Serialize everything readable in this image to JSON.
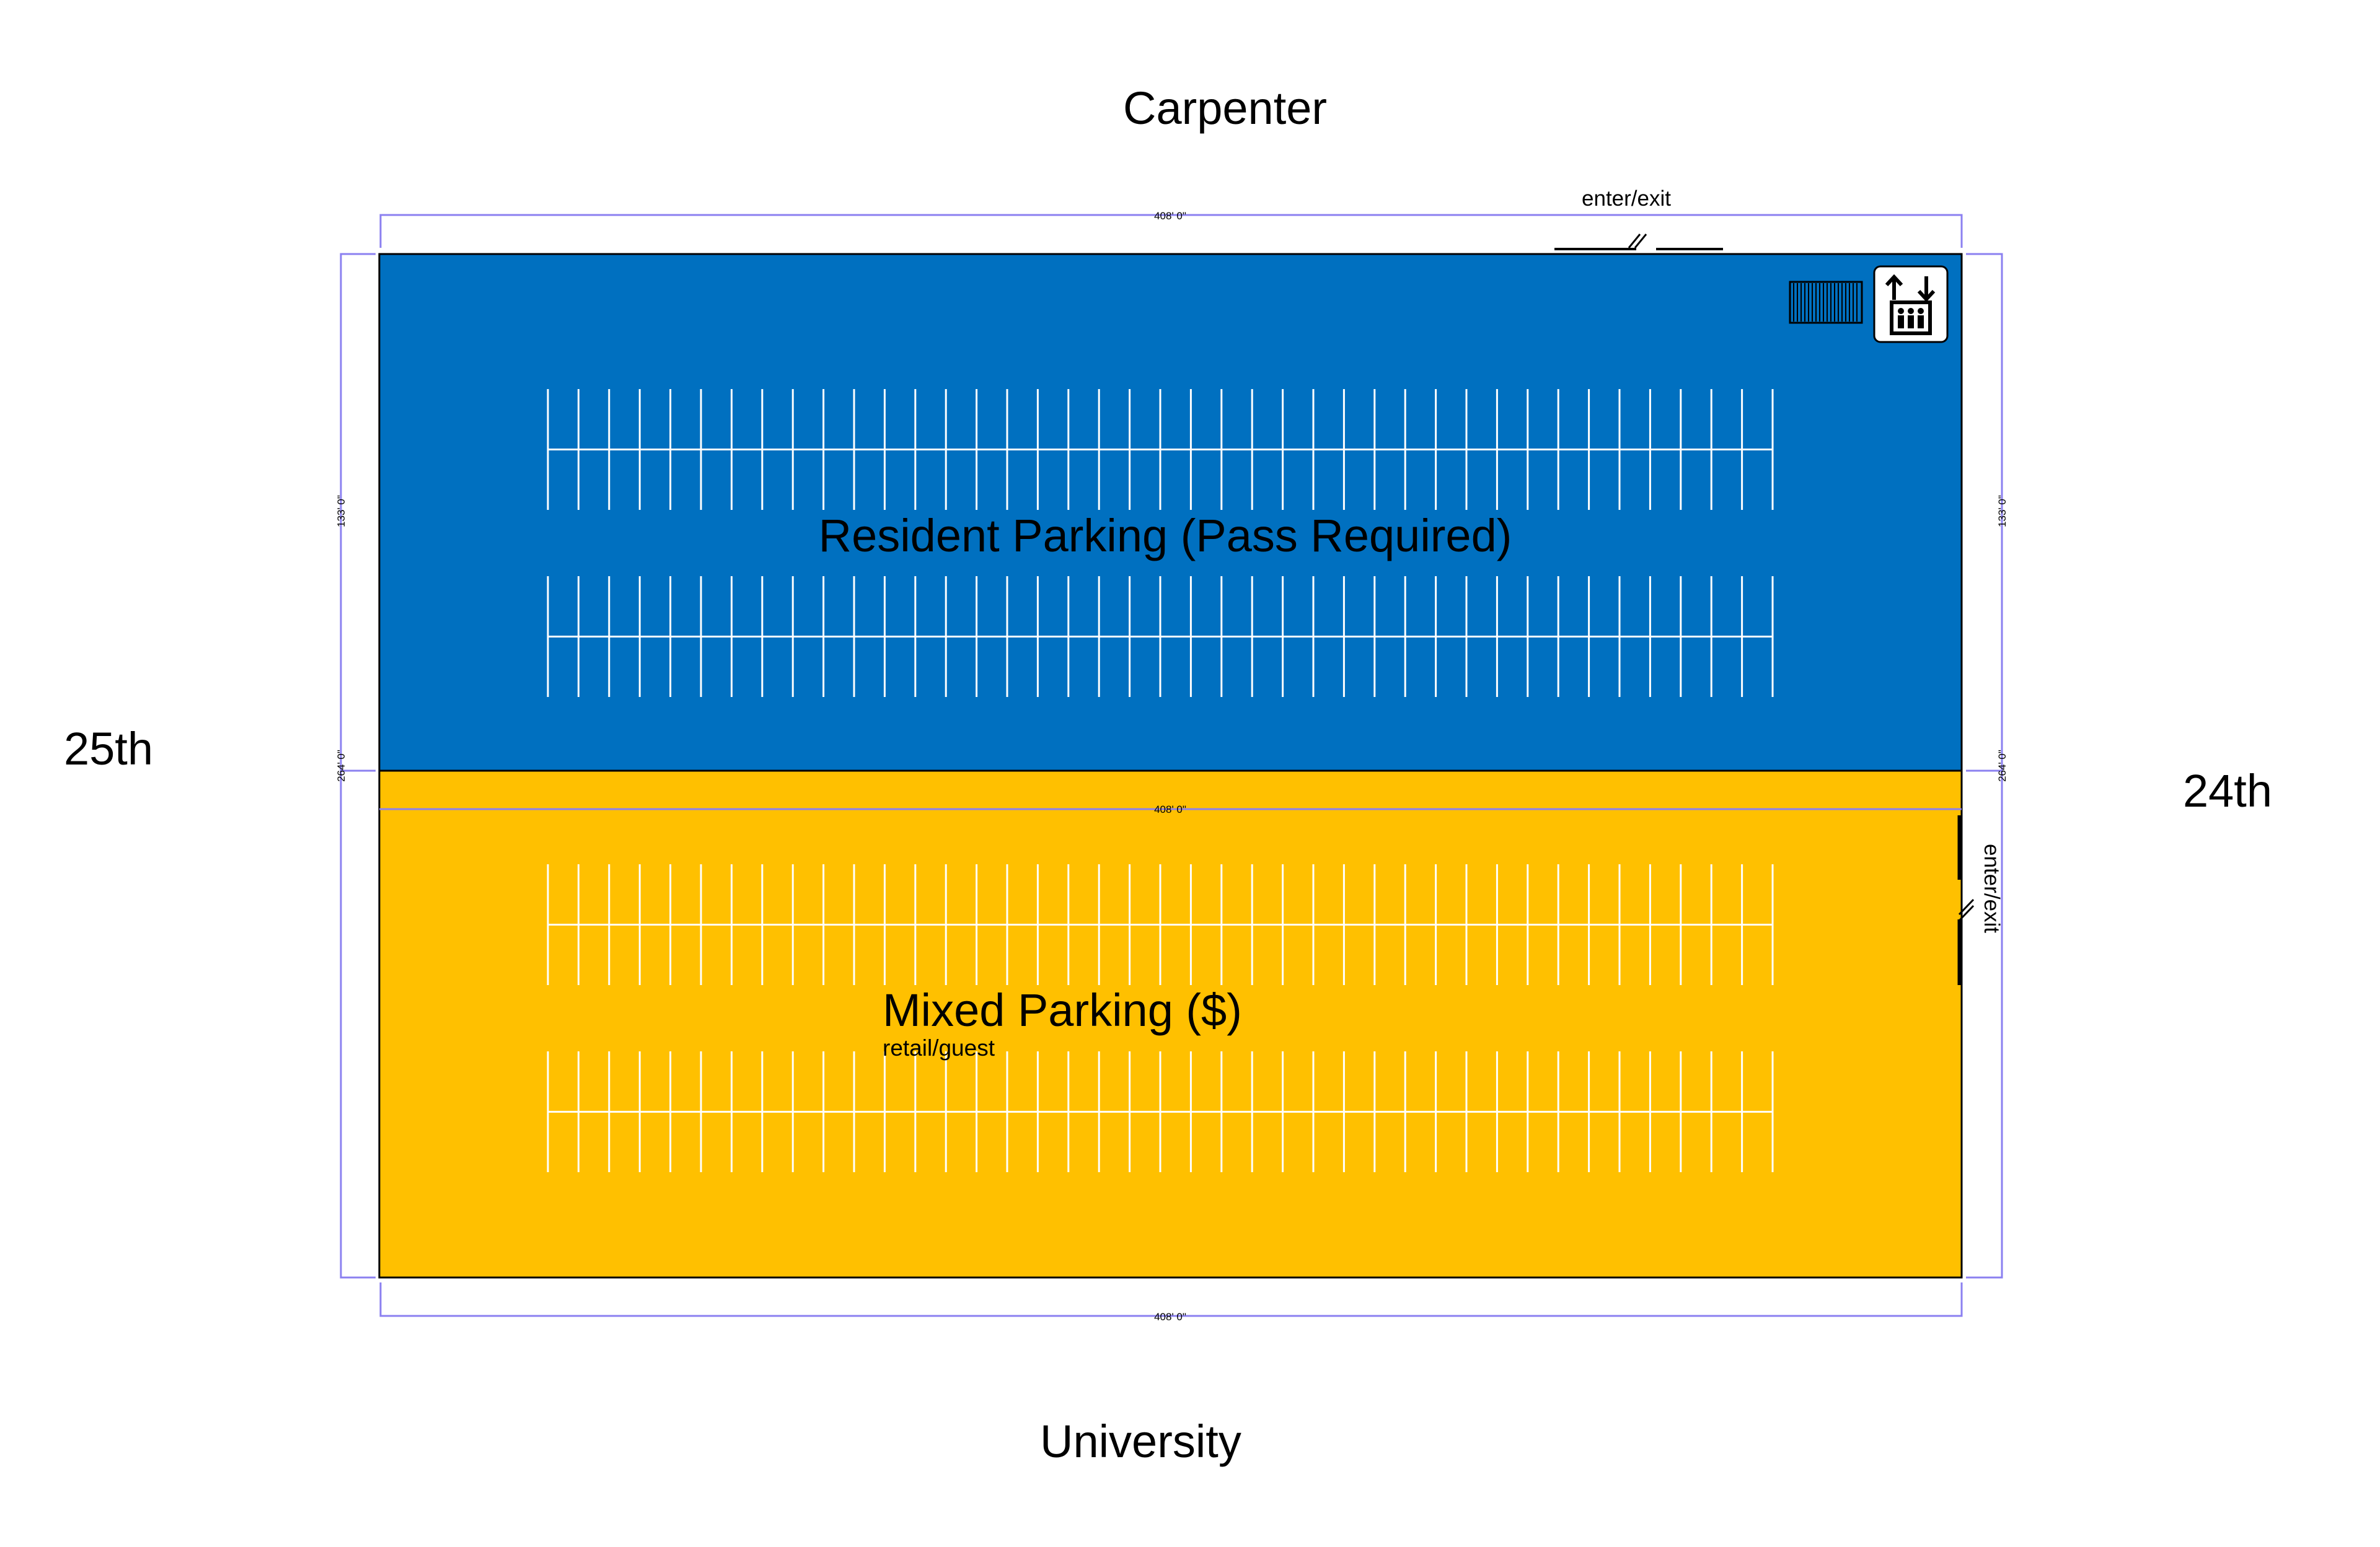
{
  "streets": {
    "top": "Carpenter",
    "bottom": "University",
    "left": "25th",
    "right": "24th"
  },
  "dimensions": {
    "width": "408' 0\"",
    "zone_height": "133' 0\"",
    "total_height": "264' 0\""
  },
  "zones": {
    "resident": {
      "label": "Resident Parking (Pass Required)",
      "color": "#0070C0"
    },
    "mixed": {
      "label": "Mixed Parking ($)",
      "sublabel": "retail/guest",
      "color": "#FFC000"
    }
  },
  "entrances": {
    "top_label": "enter/exit",
    "right_label": "enter/exit"
  },
  "icons": {
    "elevator": "elevator-icon",
    "stairs": "stairs-icon"
  },
  "colors": {
    "dimension_line": "#8B80F0",
    "stall_line": "#ffffff"
  }
}
